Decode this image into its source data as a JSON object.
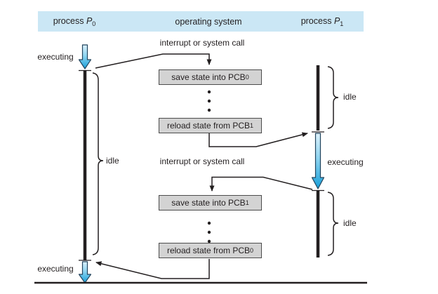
{
  "header": {
    "p0": {
      "word": "process ",
      "letter": "P",
      "sub": "0"
    },
    "os": {
      "label": "operating system"
    },
    "p1": {
      "word": "process ",
      "letter": "P",
      "sub": "1"
    }
  },
  "p0_column": {
    "executing_top": "executing",
    "idle": "idle",
    "executing_bottom": "executing"
  },
  "os_column": {
    "interrupt_top": "interrupt or system call",
    "interrupt_bottom": "interrupt or system call",
    "boxes": [
      {
        "text": "save state into PCB",
        "sub": "0"
      },
      {
        "text": "reload state from PCB",
        "sub": "1"
      },
      {
        "text": "save state into PCB",
        "sub": "1"
      },
      {
        "text": "reload state from PCB",
        "sub": "0"
      }
    ]
  },
  "p1_column": {
    "idle_top": "idle",
    "executing": "executing",
    "idle_bottom": "idle"
  },
  "colors": {
    "header_bg": "#cbe7f5",
    "box_bg": "#d3d3d3",
    "box_border": "#4c4c4c",
    "ink": "#231f20",
    "arrow_gradient_light": "#ddf1fb",
    "arrow_gradient_dark": "#169fd9"
  }
}
